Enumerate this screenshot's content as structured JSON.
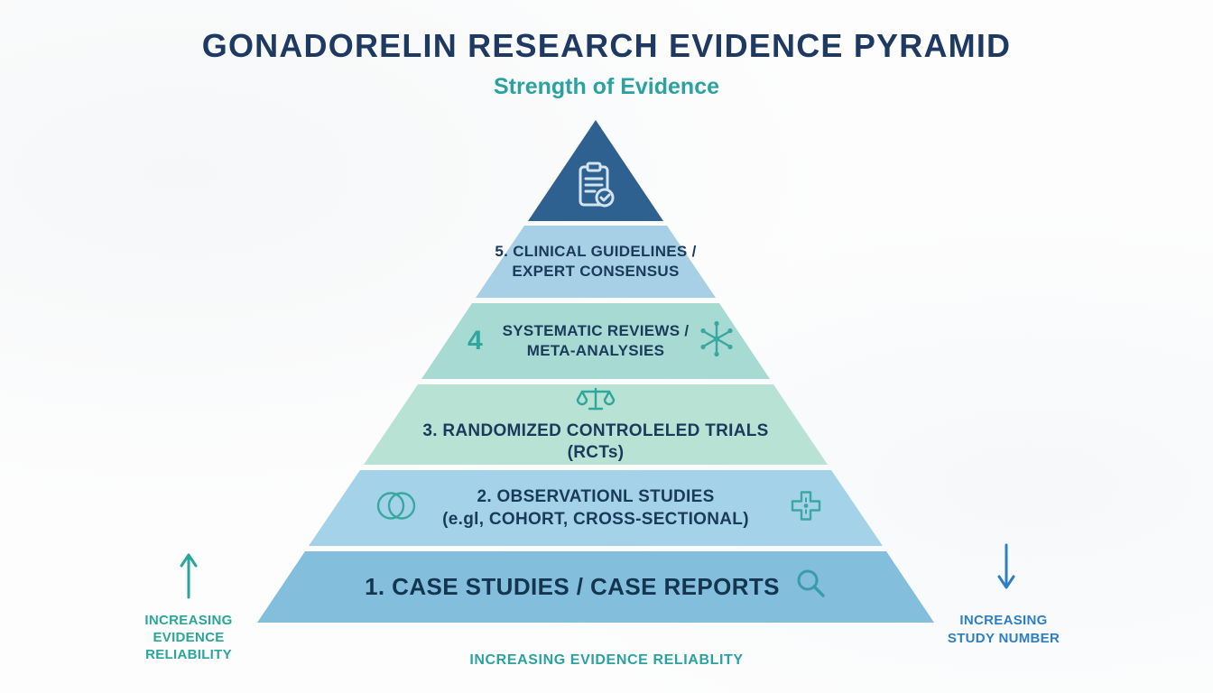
{
  "title": "GONADORELIN RESEARCH EVIDENCE PYRAMID",
  "subtitle": "Strength of Evidence",
  "pyramid": {
    "levels": [
      {
        "id": "apex",
        "icon": "clipboard-check-icon"
      },
      {
        "id": "level-5",
        "line1": "5. CLINICAL GUIDELINES /",
        "line2": "EXPERT CONSENSUS"
      },
      {
        "id": "level-4",
        "number": "4",
        "line1": "SYSTEMATIC REVIEWS /",
        "line2": "META-ANALYSIES",
        "icon": "network-icon"
      },
      {
        "id": "level-3",
        "line1": "3. RANDOMIZED CONTROLELED TRIALS",
        "line2": "(RCTs)",
        "icon": "balance-scale-icon"
      },
      {
        "id": "level-2",
        "line1": "2. OBSERVATIONL STUDIES",
        "line2": "(e.gl, COHORT, CROSS-SECTIONAL)",
        "icon_left": "venn-diagram-icon",
        "icon_right": "clinical-cross-icon"
      },
      {
        "id": "level-1",
        "line1": "1. CASE STUDIES / CASE REPORTS",
        "icon": "magnifier-icon"
      }
    ]
  },
  "left_annotation": {
    "line1": "INCREASING",
    "line2": "EVIDENCE",
    "line3": "RELIABILITY",
    "icon": "up-arrow-icon"
  },
  "right_annotation": {
    "line1": "INCREASING",
    "line2": "STUDY NUMBER",
    "icon": "down-arrow-icon"
  },
  "bottom_caption": "INCREASING EVIDENCE RELIABLITY",
  "colors": {
    "title": "#1e3a63",
    "accent_teal": "#2aa3a0",
    "accent_blue": "#2e7fc2",
    "apex": "#2e6090",
    "level5": "#a7cfe5",
    "level4": "#a6dad2",
    "level3": "#b7e2d4",
    "level2": "#a4d2e8",
    "level1": "#83bedc",
    "band_text": "#1a3a5c"
  }
}
